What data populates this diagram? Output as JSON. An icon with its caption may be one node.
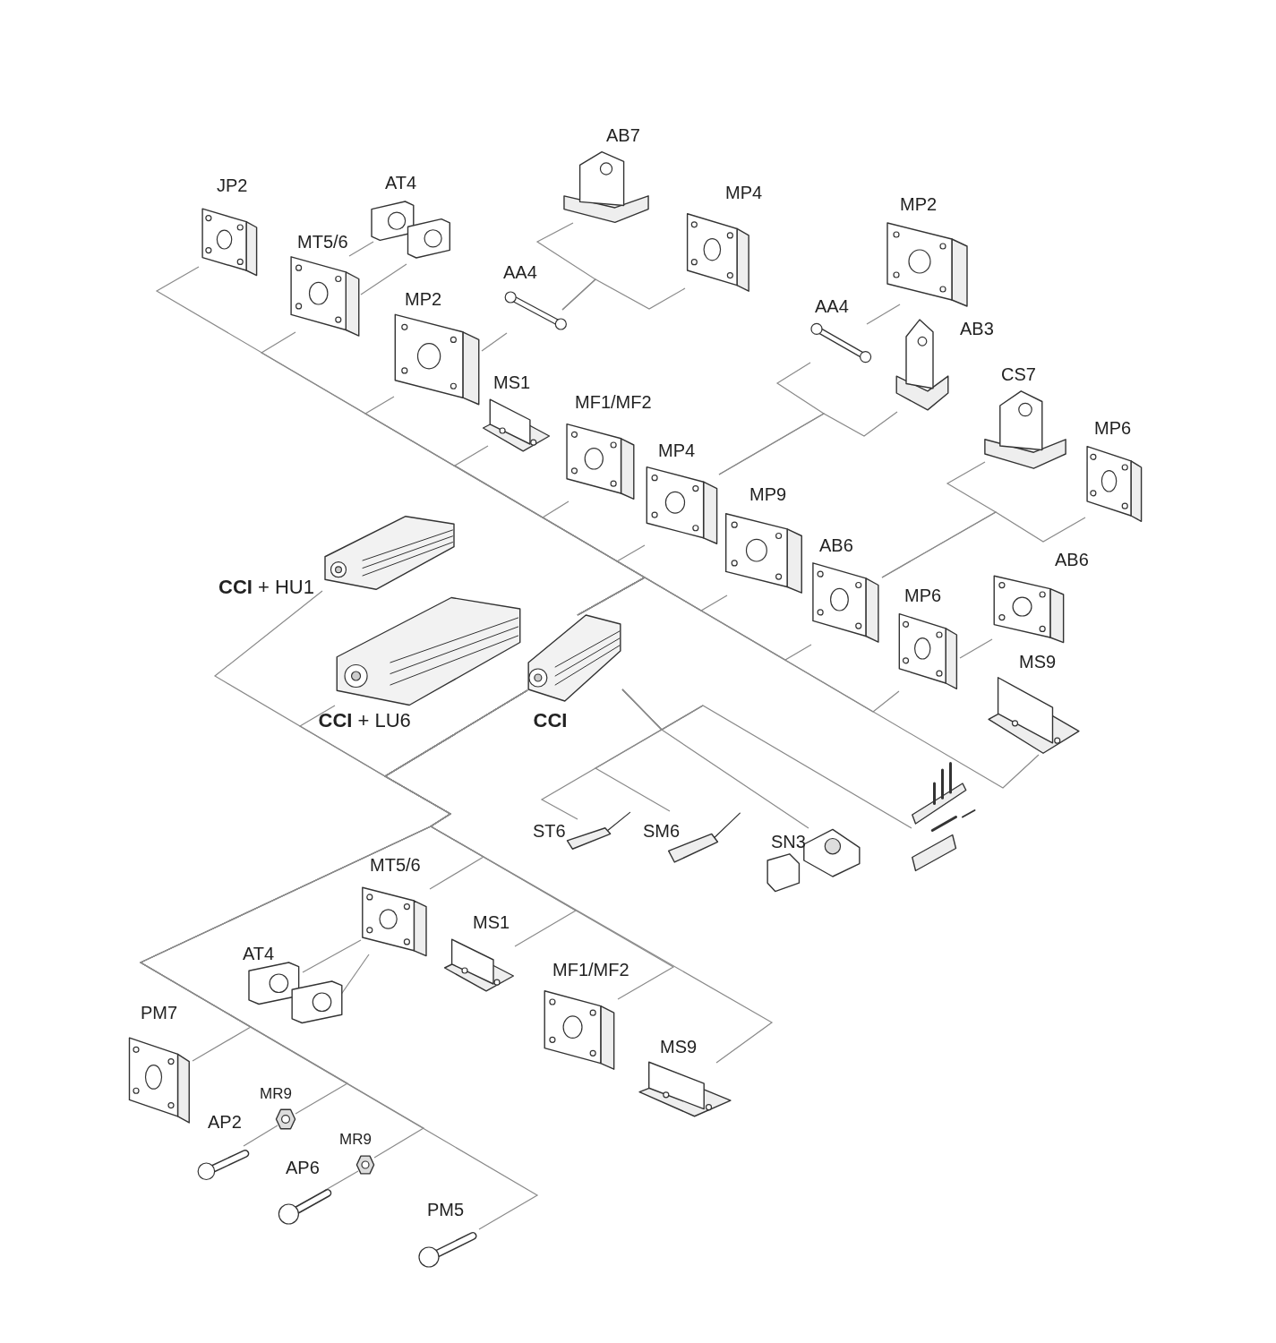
{
  "diagram": {
    "nodes": [
      {
        "text": [
          "AB7"
        ]
      },
      {
        "text": [
          "JP2"
        ]
      },
      {
        "text": [
          "AT4"
        ]
      },
      {
        "text": [
          "MP4"
        ]
      },
      {
        "text": [
          "MP2"
        ]
      },
      {
        "text": [
          "MT5/6"
        ]
      },
      {
        "text": [
          "MP2"
        ]
      },
      {
        "text": [
          "AA4"
        ]
      },
      {
        "text": [
          "AA4"
        ]
      },
      {
        "text": [
          "AB3"
        ]
      },
      {
        "text": [
          "CS7"
        ]
      },
      {
        "text": [
          "MS1"
        ]
      },
      {
        "text": [
          "MF1/MF2"
        ]
      },
      {
        "text": [
          "MP6"
        ]
      },
      {
        "text": [
          "MP4"
        ]
      },
      {
        "text": [
          "MP9"
        ]
      },
      {
        "text": [
          "AB6"
        ]
      },
      {
        "text": [
          "AB6"
        ]
      },
      {
        "text": [
          "**CCI** + HU1"
        ]
      },
      {
        "text": [
          "MP6"
        ]
      },
      {
        "text": [
          "MS9"
        ]
      },
      {
        "text": [
          "**CCI** + LU6"
        ]
      },
      {
        "text": [
          "CCI"
        ]
      },
      {
        "text": [],
        "shape": "picture"
      },
      {
        "text": [
          "ST6"
        ]
      },
      {
        "text": [
          "SM6"
        ]
      },
      {
        "text": [
          "SN3"
        ]
      },
      {
        "text": [
          "MT5/6"
        ]
      },
      {
        "text": [
          "MS1"
        ]
      },
      {
        "text": [
          "AT4"
        ]
      },
      {
        "text": [
          "MF1/MF2"
        ]
      },
      {
        "text": [
          "PM7"
        ]
      },
      {
        "text": [
          "MS9"
        ]
      },
      {
        "text": [
          "MR9"
        ]
      },
      {
        "text": [
          "AP2"
        ]
      },
      {
        "text": [
          "MR9"
        ]
      },
      {
        "text": [
          "AP6"
        ]
      },
      {
        "text": [
          "PM5"
        ]
      }
    ],
    "edges": [
      {
        "from": 22,
        "to": 18,
        "arrow": "none"
      },
      {
        "from": 22,
        "to": 21,
        "arrow": "none"
      },
      {
        "from": 22,
        "to": 1,
        "arrow": "none"
      },
      {
        "from": 22,
        "to": 5,
        "arrow": "none"
      },
      {
        "from": 22,
        "to": 6,
        "arrow": "none"
      },
      {
        "from": 22,
        "to": 11,
        "arrow": "none"
      },
      {
        "from": 22,
        "to": 12,
        "arrow": "none"
      },
      {
        "from": 22,
        "to": 14,
        "arrow": "none"
      },
      {
        "from": 22,
        "to": 15,
        "arrow": "none"
      },
      {
        "from": 22,
        "to": 16,
        "arrow": "none"
      },
      {
        "from": 22,
        "to": 19,
        "arrow": "none"
      },
      {
        "from": 22,
        "to": 20,
        "arrow": "none"
      },
      {
        "from": 2,
        "to": 5,
        "arrow": "none"
      },
      {
        "from": 2,
        "to": 5,
        "arrow": "none"
      },
      {
        "from": 6,
        "to": 7,
        "arrow": "none"
      },
      {
        "from": 7,
        "to": 0,
        "arrow": "none"
      },
      {
        "from": 7,
        "to": 3,
        "arrow": "none"
      },
      {
        "from": 14,
        "to": 8,
        "arrow": "none"
      },
      {
        "from": 14,
        "to": 9,
        "arrow": "none"
      },
      {
        "from": 8,
        "to": 4,
        "arrow": "none"
      },
      {
        "from": 16,
        "to": 10,
        "arrow": "none"
      },
      {
        "from": 16,
        "to": 13,
        "arrow": "none"
      },
      {
        "from": 19,
        "to": 17,
        "arrow": "none"
      },
      {
        "from": 22,
        "to": 24,
        "arrow": "none"
      },
      {
        "from": 22,
        "to": 25,
        "arrow": "none"
      },
      {
        "from": 22,
        "to": 26,
        "arrow": "none"
      },
      {
        "from": 22,
        "to": 23,
        "arrow": "none"
      },
      {
        "from": 22,
        "to": 27,
        "arrow": "none"
      },
      {
        "from": 22,
        "to": 28,
        "arrow": "none"
      },
      {
        "from": 22,
        "to": 30,
        "arrow": "none"
      },
      {
        "from": 22,
        "to": 32,
        "arrow": "none"
      },
      {
        "from": 22,
        "to": 31,
        "arrow": "none"
      },
      {
        "from": 22,
        "to": 33,
        "arrow": "none"
      },
      {
        "from": 22,
        "to": 35,
        "arrow": "none"
      },
      {
        "from": 22,
        "to": 37,
        "arrow": "none"
      },
      {
        "from": 29,
        "to": 27,
        "arrow": "none"
      },
      {
        "from": 29,
        "to": 27,
        "arrow": "none"
      },
      {
        "from": 33,
        "to": 34,
        "arrow": "none"
      },
      {
        "from": 35,
        "to": 36,
        "arrow": "none"
      }
    ]
  }
}
